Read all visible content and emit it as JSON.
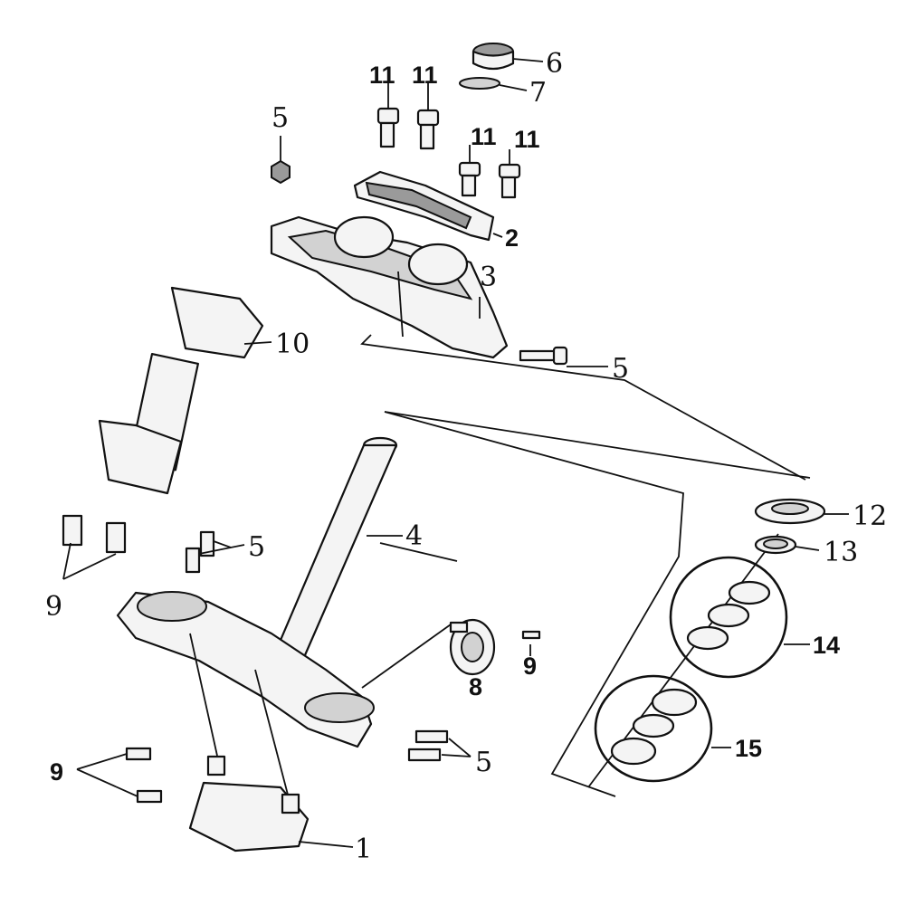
{
  "callouts": {
    "c1": "1",
    "c2": "2",
    "c3": "3",
    "c4": "4",
    "c5_top": "5",
    "c5_right": "5",
    "c5_mid": "5",
    "c5_bottom": "5",
    "c6": "6",
    "c7": "7",
    "c8": "8",
    "c9_left": "9",
    "c9_mid": "9",
    "c9_bottom": "9",
    "c10": "10",
    "c11_a": "11",
    "c11_b": "11",
    "c11_c": "11",
    "c11_d": "11",
    "c12": "12",
    "c13": "13",
    "c14": "14",
    "c15": "15"
  }
}
